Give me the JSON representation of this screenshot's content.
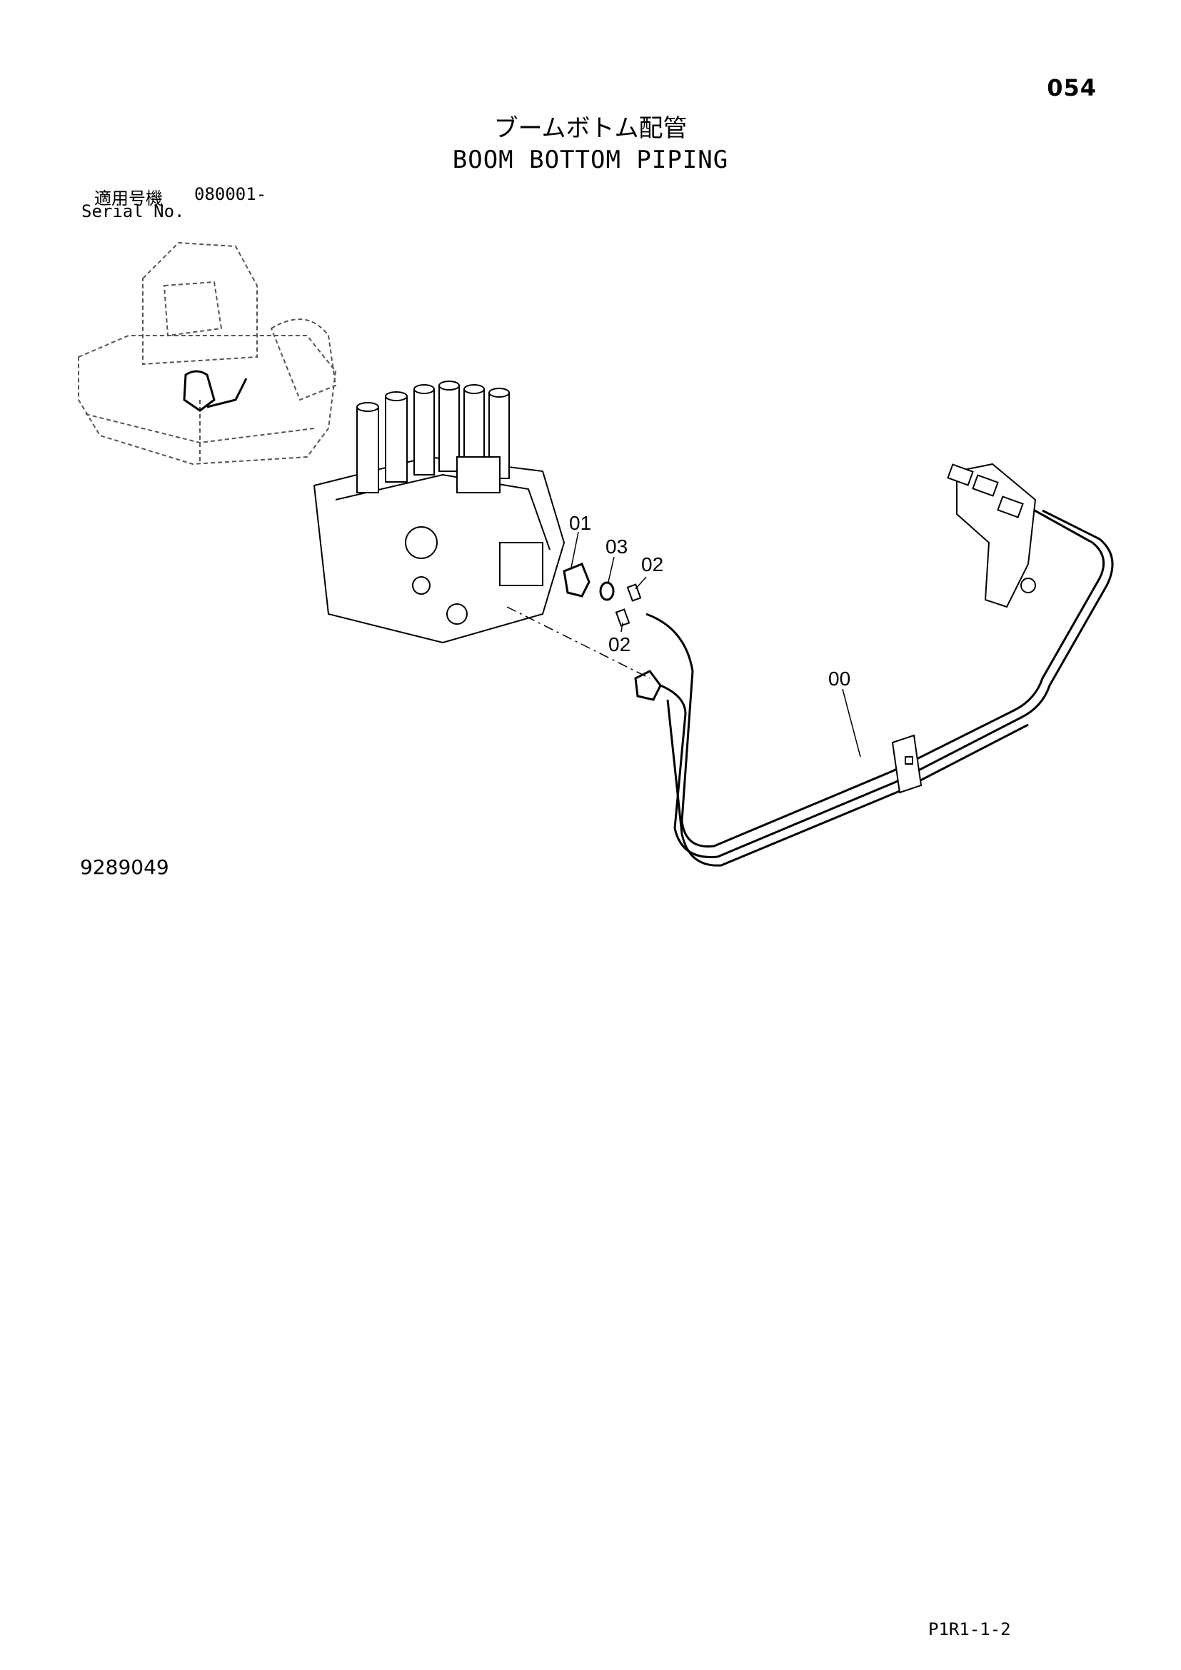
{
  "header": {
    "page_number": "054",
    "title_jp": "ブームボトム配管",
    "title_en": "BOOM BOTTOM PIPING"
  },
  "serial": {
    "label_jp": "適用号機",
    "range": "080001-",
    "label_en": "Serial No."
  },
  "diagram": {
    "callouts": [
      "01",
      "03",
      "02",
      "02",
      "00"
    ]
  },
  "footer": {
    "illustration_id": "9289049",
    "page_code": "P1R1-1-2"
  }
}
